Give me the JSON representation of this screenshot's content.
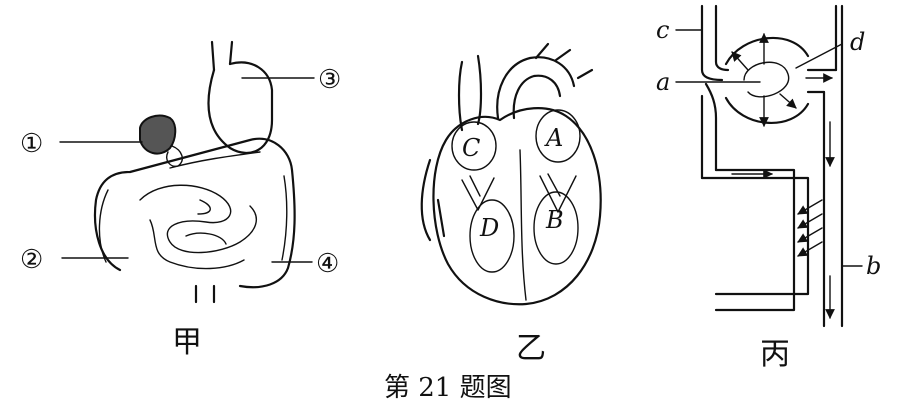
{
  "caption": "第 21 题图",
  "panels": {
    "digestive": {
      "title": "甲",
      "labels": [
        "①",
        "②",
        "③",
        "④"
      ]
    },
    "heart": {
      "title": "乙",
      "labels": [
        "A",
        "B",
        "C",
        "D"
      ]
    },
    "nephron": {
      "title": "丙",
      "labels": [
        "a",
        "b",
        "c",
        "d"
      ]
    }
  }
}
